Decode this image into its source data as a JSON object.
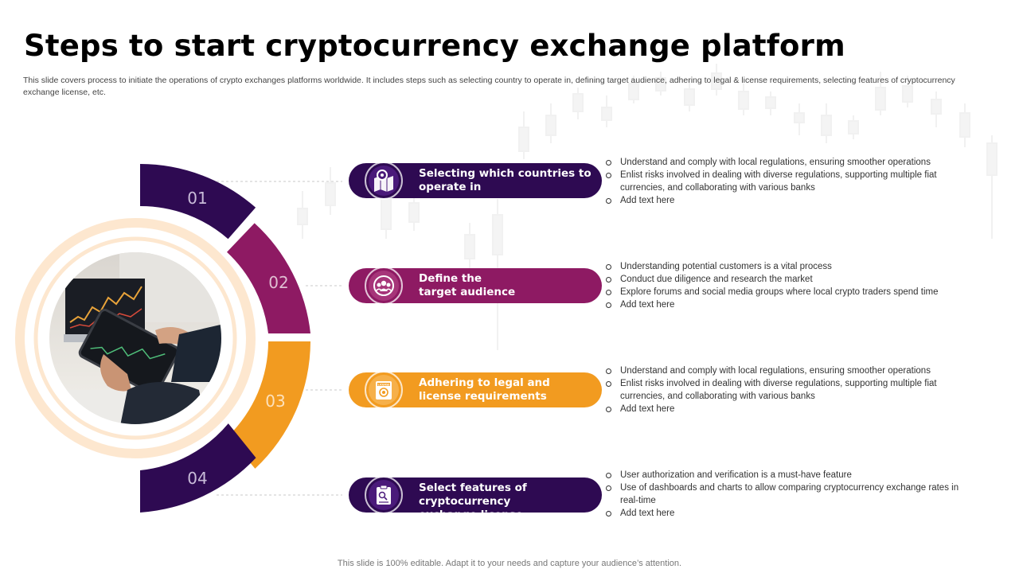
{
  "title": "Steps to start cryptocurrency exchange platform",
  "subtitle": "This slide covers process to initiate the operations of crypto exchanges platforms worldwide. It includes steps such as selecting country to operate in, defining target audience, adhering to legal & license requirements, selecting features of cryptocurrency exchange license, etc.",
  "colors": {
    "purple_dark": "#2E0A52",
    "magenta": "#8E1A63",
    "orange": "#F29B20",
    "ring": "#FDE7CF"
  },
  "steps": [
    {
      "number": "01",
      "title_line1": "Selecting which countries to",
      "title_line2": "operate in",
      "icon": "map-pin-icon",
      "bullets": [
        "Understand and comply with local regulations, ensuring smoother operations",
        "Enlist risks involved in dealing with diverse regulations, supporting multiple fiat currencies, and collaborating with various banks",
        "Add text here"
      ]
    },
    {
      "number": "02",
      "title_line1": "Define the",
      "title_line2": "target audience",
      "icon": "audience-icon",
      "bullets": [
        "Understanding potential customers is a vital process",
        "Conduct due diligence and research the market",
        "Explore forums and social media groups where local crypto traders spend time",
        "Add text here"
      ]
    },
    {
      "number": "03",
      "title_line1": "Adhering to legal and",
      "title_line2": "license requirements",
      "icon": "license-icon",
      "license_tag": "LICENSE",
      "bullets": [
        "Understand and comply with local regulations, ensuring smoother operations",
        "Enlist risks involved in dealing with diverse regulations, supporting multiple fiat currencies, and collaborating with various banks",
        "Add text here"
      ]
    },
    {
      "number": "04",
      "title_line1": "Select features of cryptocurrency",
      "title_line2": "exchange license",
      "icon": "clipboard-icon",
      "bullets": [
        "User authorization and verification is a must-have feature",
        "Use of dashboards and charts to allow comparing cryptocurrency exchange rates in real-time",
        "Add text here"
      ]
    }
  ],
  "photo": "tablet-trading-chart-photo",
  "footer": "This slide is 100% editable. Adapt it to your needs and capture your audience’s attention."
}
